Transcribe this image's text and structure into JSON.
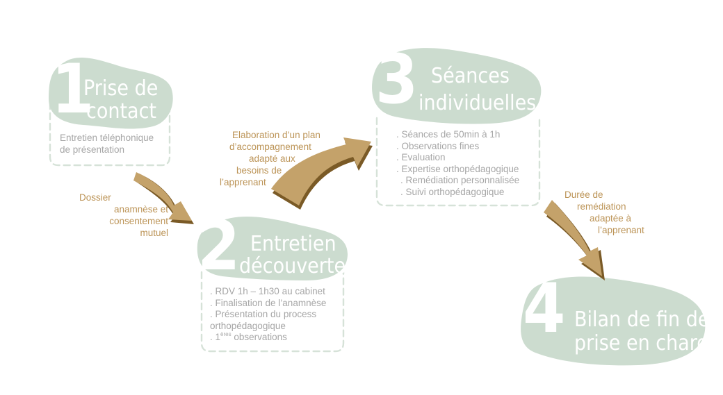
{
  "steps": [
    {
      "number": "1",
      "title_lines": [
        "Prise de",
        "contact"
      ],
      "details": [
        "Entretien téléphonique",
        "de présentation"
      ]
    },
    {
      "number": "2",
      "title_lines": [
        "Entretien",
        "découverte"
      ],
      "details": [
        ". RDV 1h – 1h30 au cabinet",
        ". Finalisation de l’anamnèse",
        ". Présentation du process",
        "orthopédagogique"
      ],
      "last_detail": {
        "prefix": ". 1",
        "sup": "ères",
        "suffix": " observations"
      }
    },
    {
      "number": "3",
      "title_lines": [
        "Séances",
        "individuelles"
      ],
      "details": [
        ". Séances de 50min à 1h",
        ". Observations fines",
        ". Evaluation",
        ". Expertise orthopédagogique",
        ". Remédiation personnalisée",
        ". Suivi orthopédagogique"
      ]
    },
    {
      "number": "4",
      "title_lines": [
        "Bilan de fin de",
        "prise en charge"
      ],
      "details": []
    }
  ],
  "transitions": [
    {
      "from": "1",
      "to": "2",
      "lines": [
        "Dossier",
        "anamnèse et",
        "consentement",
        "mutuel"
      ]
    },
    {
      "from": "2",
      "to": "3",
      "lines": [
        "Elaboration d’un plan",
        "d’accompagnement",
        "adapté aux",
        "besoins de",
        "l’apprenant"
      ]
    },
    {
      "from": "3",
      "to": "4",
      "lines": [
        "Durée de",
        "remédiation",
        "adaptée à",
        "l’apprenant"
      ]
    }
  ],
  "colors": {
    "blob": "#ccdccf",
    "dashed_border": "#d6e2d8",
    "arrow": "#c4a26a",
    "arrow_shadow": "#7a5a26",
    "annotation_text": "#bc9457",
    "detail_text": "#a6a6a6"
  }
}
